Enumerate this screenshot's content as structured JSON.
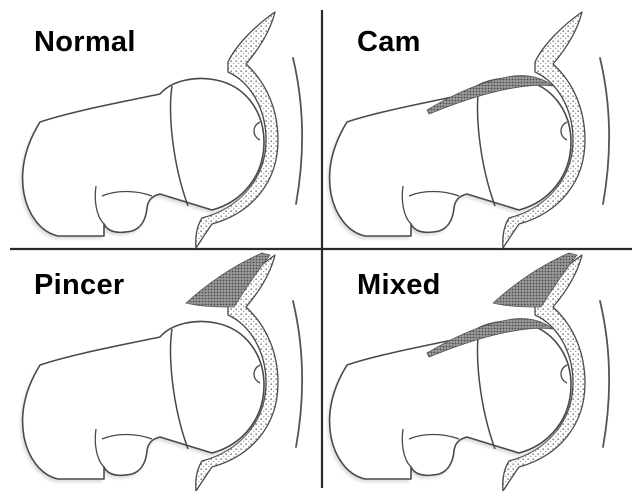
{
  "panels": [
    {
      "id": "normal",
      "label": "Normal"
    },
    {
      "id": "cam",
      "label": "Cam"
    },
    {
      "id": "pincer",
      "label": "Pincer"
    },
    {
      "id": "mixed",
      "label": "Mixed"
    }
  ],
  "colors": {
    "outline": "#4a4a4a",
    "shade": "#8a8a8a",
    "lesion": "#707070",
    "divider": "#2a2a2a"
  }
}
